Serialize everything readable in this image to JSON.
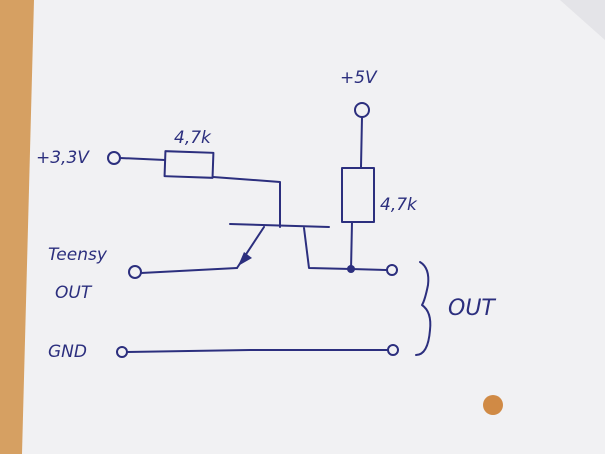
{
  "diagram": {
    "type": "hand-drawn circuit schematic",
    "labels": {
      "supply_5v": "+5V",
      "supply_3v3": "+3,3V",
      "r1_value": "4,7k",
      "r2_value": "4,7k",
      "teensy_line1": "Teensy",
      "teensy_line2": "OUT",
      "gnd": "GND",
      "output": "OUT"
    },
    "colors": {
      "ink": "#2c2f7e",
      "paper": "#f1f1f3",
      "desk": "#d6a062"
    }
  }
}
